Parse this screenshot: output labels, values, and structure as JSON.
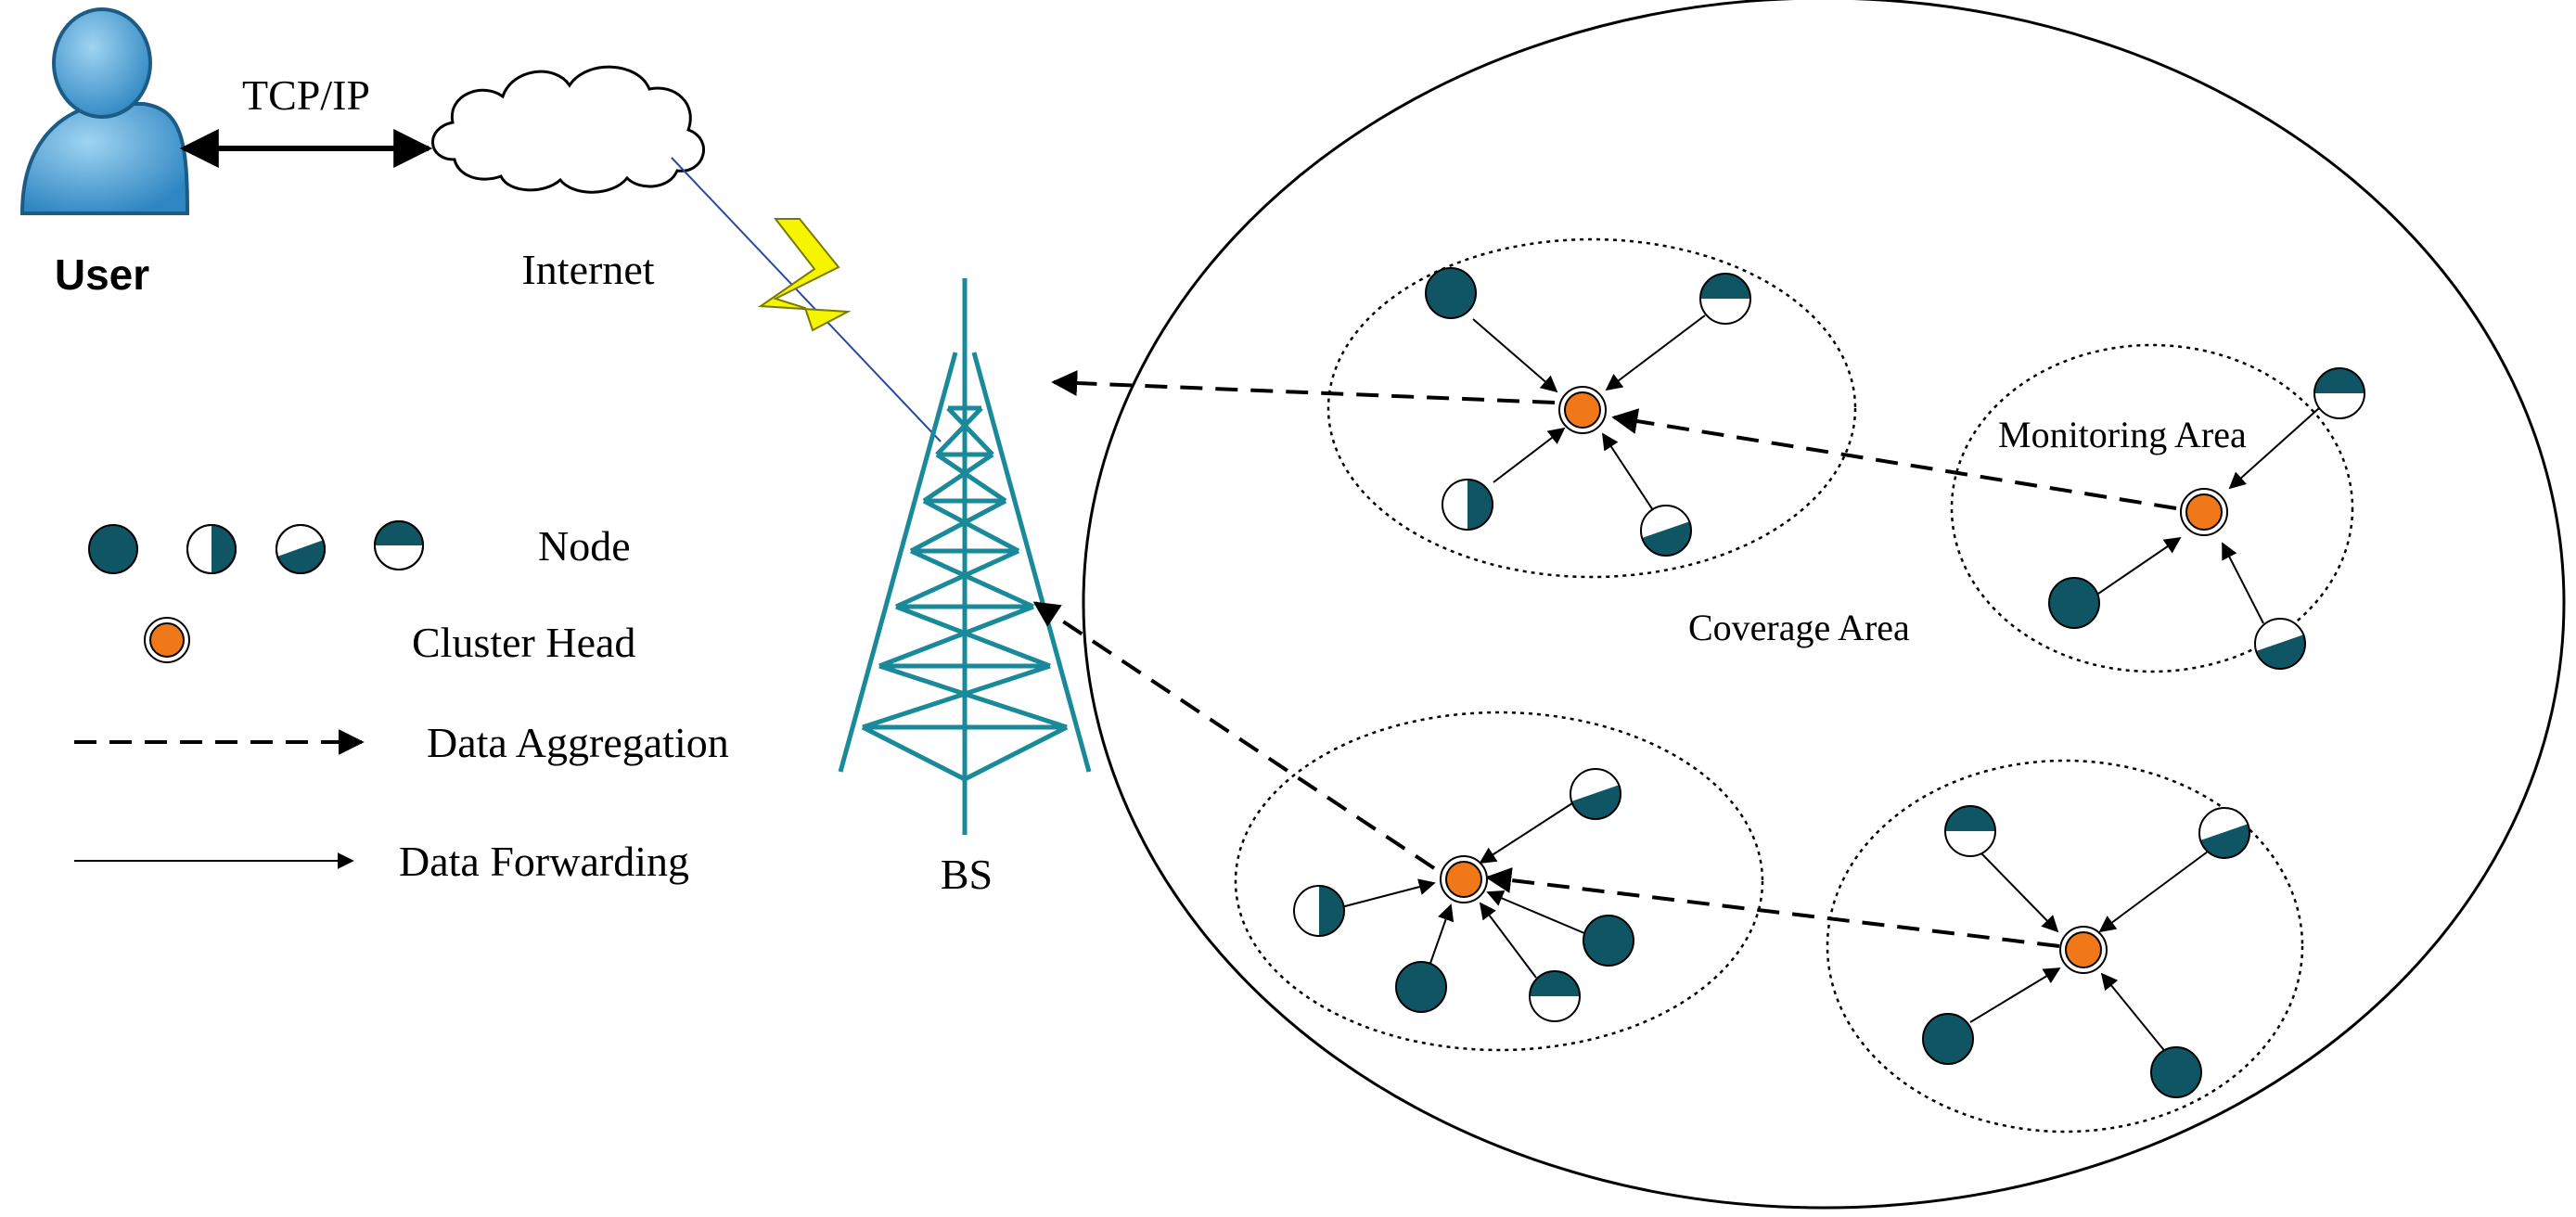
{
  "labels": {
    "user": "User",
    "protocol": "TCP/IP",
    "internet": "Internet",
    "base_station": "BS",
    "monitoring_area": "Monitoring Area",
    "coverage_area": "Coverage Area"
  },
  "legend": {
    "node": "Node",
    "cluster_head": "Cluster Head",
    "data_aggregation": "Data Aggregation",
    "data_forwarding": "Data Forwarding"
  },
  "colors": {
    "node_fill": "#0f5564",
    "cluster_head_fill": "#f07818",
    "tower": "#1a8a9a",
    "lightning": "#f5f500",
    "user_icon": "#4aa8dc",
    "outline": "#000000"
  },
  "icons": [
    "user-icon",
    "cloud-icon",
    "lightning-icon",
    "tower-icon"
  ]
}
